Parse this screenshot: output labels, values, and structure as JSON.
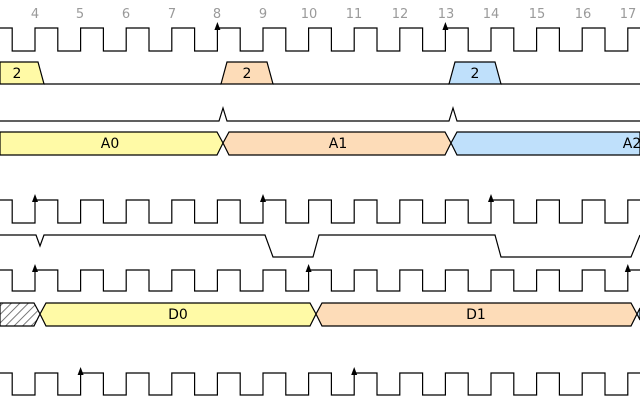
{
  "colors": {
    "line": "#000000",
    "yellow": "#fffaa6",
    "orange": "#fddcb8",
    "blue": "#bfe0fb",
    "hatch": "#555555"
  },
  "ticks": [
    "4",
    "5",
    "6",
    "7",
    "8",
    "9",
    "10",
    "11",
    "12",
    "13",
    "14",
    "15",
    "16",
    "17"
  ],
  "bursts": [
    {
      "label": "2",
      "color": "yellow"
    },
    {
      "label": "2",
      "color": "orange"
    },
    {
      "label": "2",
      "color": "blue"
    }
  ],
  "addresses": [
    {
      "label": "A0",
      "color": "yellow"
    },
    {
      "label": "A1",
      "color": "orange"
    },
    {
      "label": "A2",
      "color": "blue"
    }
  ],
  "data_words": [
    {
      "label": "D0",
      "color": "yellow"
    },
    {
      "label": "D1",
      "color": "orange"
    }
  ]
}
